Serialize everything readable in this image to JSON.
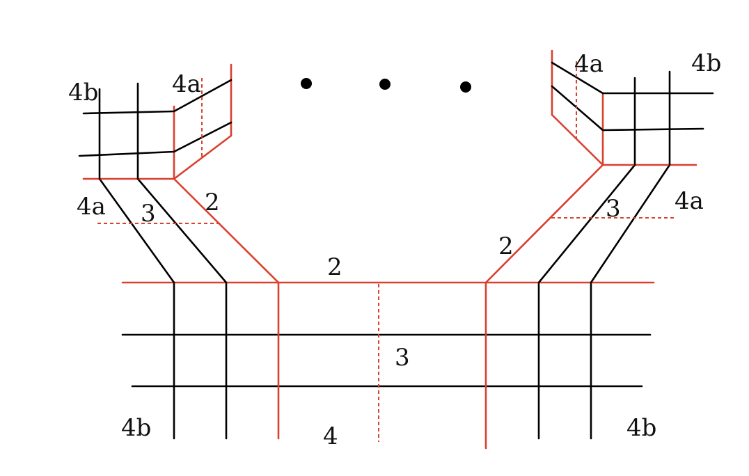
{
  "colors": {
    "background": "#ffffff",
    "black_line": "#000000",
    "red_line": "#d9402e",
    "text": "#111111"
  },
  "labels": {
    "top_left_4b": "4b",
    "top_left_4a": "4a",
    "left_4a": "4a",
    "left_3": "3",
    "left_2": "2",
    "center_2": "2",
    "right_2": "2",
    "right_3": "3",
    "right_4a": "4a",
    "top_right_4a": "4a",
    "top_right_4b": "4b",
    "center_3": "3",
    "bottom_left_4b": "4b",
    "bottom_4": "4",
    "bottom_right_4b": "4b"
  },
  "ellipsis": {
    "dot_count": 3
  }
}
